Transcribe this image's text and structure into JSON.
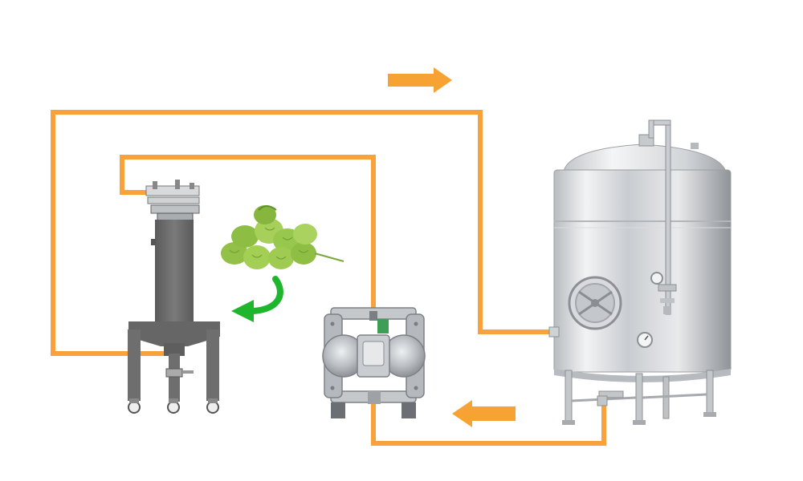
{
  "diagram": {
    "nodes": [
      {
        "id": "hop-dosing-vessel",
        "label": ""
      },
      {
        "id": "hops",
        "label": ""
      },
      {
        "id": "diaphragm-pump",
        "label": ""
      },
      {
        "id": "bright-beer-tank",
        "label": ""
      }
    ],
    "edges": [
      {
        "from": "bright-beer-tank",
        "to": "diaphragm-pump",
        "label": ""
      },
      {
        "from": "diaphragm-pump",
        "to": "hop-dosing-vessel",
        "label": ""
      },
      {
        "from": "hop-dosing-vessel",
        "to": "bright-beer-tank",
        "label": ""
      },
      {
        "from": "hops",
        "to": "hop-dosing-vessel",
        "label": ""
      }
    ]
  },
  "colors": {
    "pipe": "#f7a23b",
    "flow_arrow": "#f7a334",
    "hop_arrow": "#1fb52c",
    "hop_green": "#9cc84a",
    "vessel_body": "#6f6f6f",
    "steel_light": "#e2e4e6",
    "steel_dark": "#9a9ea2"
  },
  "icons": {
    "flow_top": "arrow-right-icon",
    "flow_bottom": "arrow-left-icon",
    "hop_feed": "curved-arrow-icon"
  }
}
